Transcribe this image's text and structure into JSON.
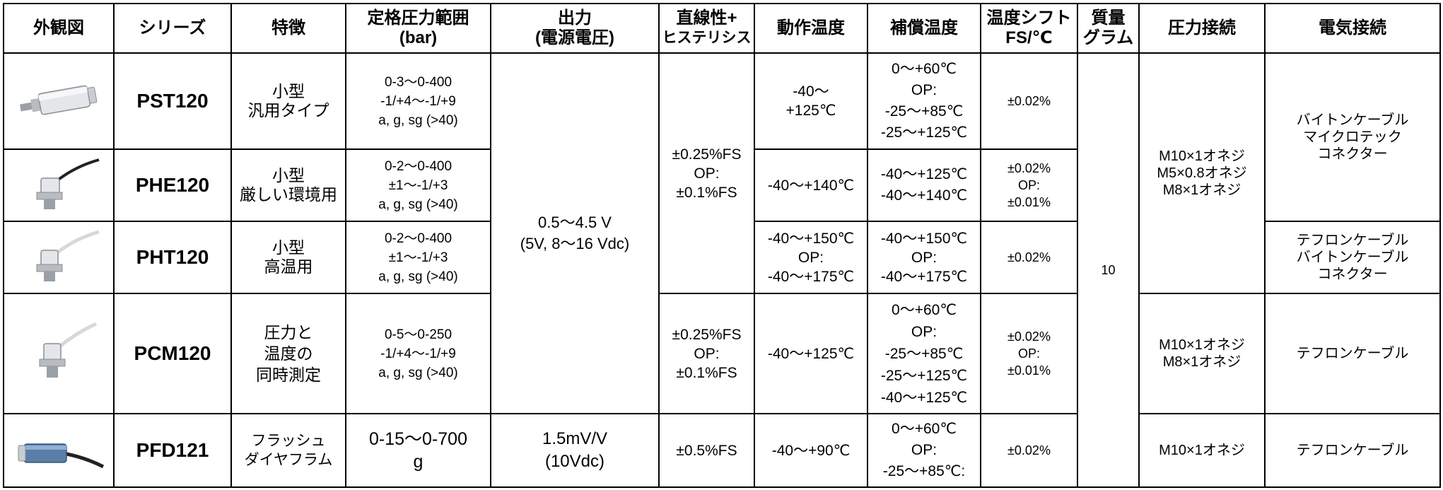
{
  "headers": [
    [
      "外観図"
    ],
    [
      "シリーズ"
    ],
    [
      "特徴"
    ],
    [
      "定格圧力範囲",
      "(bar)"
    ],
    [
      "出力",
      "(電源電圧)"
    ],
    [
      "直線性+",
      "ヒステリシス"
    ],
    [
      "動作温度"
    ],
    [
      "補償温度"
    ],
    [
      "温度シフト",
      "FS/℃"
    ],
    [
      "質量",
      "グラム"
    ],
    [
      "圧力接続"
    ],
    [
      "電気接続"
    ]
  ],
  "rows": [
    {
      "series": "PST120",
      "feature": [
        "小型",
        "汎用タイプ"
      ],
      "range": [
        "0-3～0-400",
        "-1/+4～-1/+9",
        "a, g, sg (>40)"
      ],
      "op_temp": [
        "-40～",
        "+125℃"
      ],
      "comp_temp": [
        "0～+60℃",
        "OP:",
        "-25～+85℃",
        "-25～+125℃"
      ],
      "shift": [
        "±0.02%"
      ]
    },
    {
      "series": "PHE120",
      "feature": [
        "小型",
        "厳しい環境用"
      ],
      "range": [
        "0-2～0-400",
        "±1～-1/+3",
        "a, g, sg (>40)"
      ],
      "op_temp": [
        "-40～+140℃"
      ],
      "comp_temp": [
        "-40～+125℃",
        "-40～+140℃"
      ],
      "shift": [
        "±0.02%",
        "OP:",
        "±0.01%"
      ]
    },
    {
      "series": "PHT120",
      "feature": [
        "小型",
        "高温用"
      ],
      "range": [
        "0-2～0-400",
        "±1～-1/+3",
        "a, g, sg (>40)"
      ],
      "op_temp": [
        "-40～+150℃",
        "OP:",
        "-40～+175℃"
      ],
      "comp_temp": [
        "-40～+150℃",
        "OP:",
        "-40～+175℃"
      ],
      "shift": [
        "±0.02%"
      ]
    },
    {
      "series": "PCM120",
      "feature": [
        "圧力と",
        "温度の",
        "同時測定"
      ],
      "range": [
        "0-5～0-250",
        "-1/+4～-1/+9",
        "a, g, sg (>40)"
      ],
      "op_temp": [
        "-40～+125℃"
      ],
      "comp_temp": [
        "0～+60℃",
        "OP:",
        "-25～+85℃",
        "-25～+125℃",
        "-40～+125℃"
      ],
      "shift": [
        "±0.02%",
        "OP:",
        "±0.01%"
      ]
    },
    {
      "series": "PFD121",
      "feature": [
        "フラッシュ",
        "ダイヤフラム"
      ],
      "range": [
        "0-15～0-700",
        "g"
      ],
      "op_temp": [
        "-40～+90℃"
      ],
      "comp_temp": [
        "0～+60℃",
        "OP:",
        "-25～+85℃:"
      ],
      "shift": [
        "±0.02%"
      ]
    }
  ],
  "merged": {
    "output_a": [
      "0.5～4.5 V",
      "(5V, 8～16 Vdc)"
    ],
    "output_b": [
      "1.5mV/V",
      "(10Vdc)"
    ],
    "linearity_a": [
      "±0.25%FS",
      "OP:",
      "±0.1%FS"
    ],
    "linearity_b": [
      "±0.25%FS",
      "OP:",
      "±0.1%FS"
    ],
    "linearity_c": [
      "±0.5%FS"
    ],
    "mass": "10",
    "pressure_a": [
      "M10×1オネジ",
      "M5×0.8オネジ",
      "M8×1オネジ"
    ],
    "pressure_b": [
      "M10×1オネジ",
      "M8×1オネジ"
    ],
    "pressure_c": [
      "M10×1オネジ"
    ],
    "electrical_a": [
      "バイトンケーブル",
      "マイクロテック",
      "コネクター"
    ],
    "electrical_b": [
      "テフロンケーブル",
      "バイトンケーブル",
      "コネクター"
    ],
    "electrical_c": [
      "テフロンケーブル"
    ],
    "electrical_d": [
      "テフロンケーブル"
    ]
  },
  "colors": {
    "border": "#000000",
    "metal_light": "#e4e6e9",
    "metal_dark": "#8a8e94",
    "cable_black": "#222222",
    "cable_white": "#d8d8d8",
    "flush_blue": "#5a7ea8"
  }
}
